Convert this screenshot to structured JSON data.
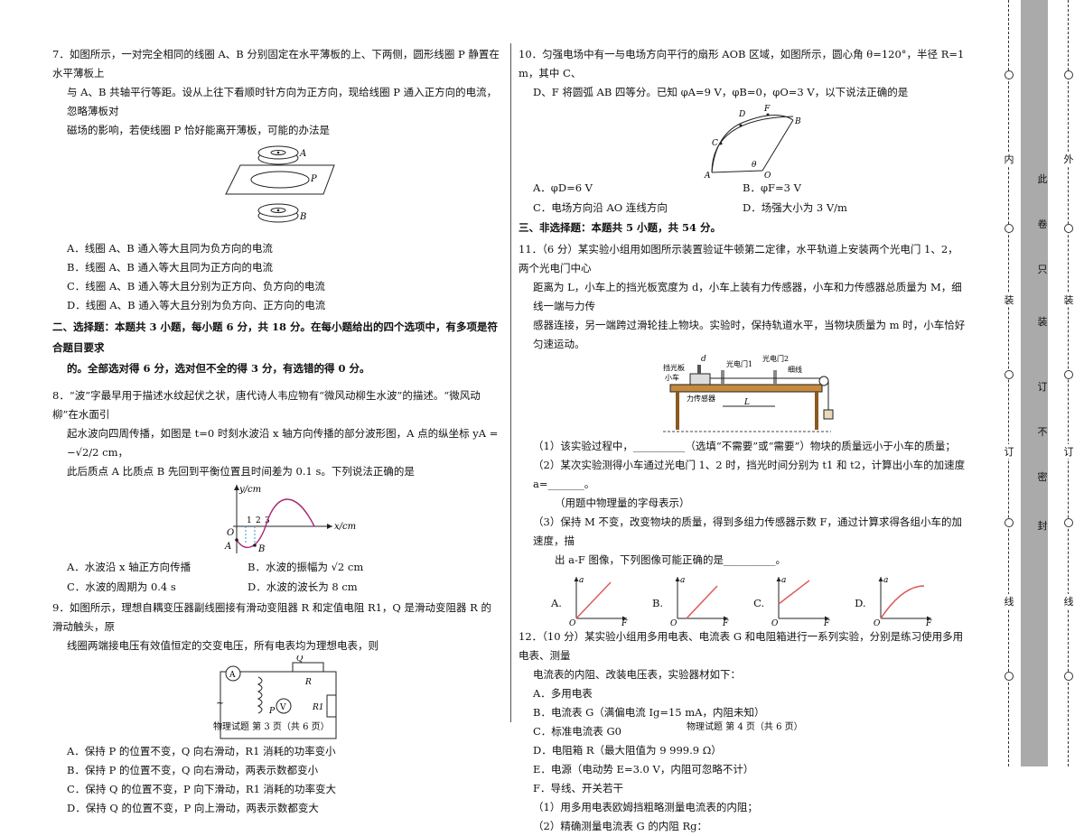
{
  "left": {
    "q7": {
      "line1": "7．如图所示，一对完全相同的线圈 A、B 分别固定在水平薄板的上、下两侧，圆形线圈 P 静置在水平薄板上",
      "line2": "与 A、B 共轴平行等距。设从上往下看顺时针方向为正方向，现给线圈 P 通入正方向的电流，忽略薄板对",
      "line3": "磁场的影响，若使线圈 P 恰好能离开薄板，可能的办法是",
      "fig_labels": [
        "A",
        "P",
        "B"
      ],
      "options": [
        "A．线圈 A、B 通入等大且同为负方向的电流",
        "B．线圈 A、B 通入等大且同为正方向的电流",
        "C．线圈 A、B 通入等大且分别为正方向、负方向的电流",
        "D．线圈 A、B 通入等大且分别为负方向、正方向的电流"
      ]
    },
    "sec2": {
      "line1": "二、选择题：本题共 3 小题，每小题 6 分，共 18 分。在每小题给出的四个选项中，有多项是符合题目要求",
      "line2": "的。全部选对得 6 分，选对但不全的得 3 分，有选错的得 0 分。"
    },
    "q8": {
      "line1": "8．“波”字最早用于描述水纹起伏之状，唐代诗人韦应物有“微风动柳生水波”的描述。“微风动柳”在水面引",
      "line2": "起水波向四周传播，如图是 t=0 时刻水波沿 x 轴方向传播的部分波形图，A 点的纵坐标 yA = −√2/2 cm，",
      "line3": "此后质点 A 比质点 B 先回到平衡位置且时间差为 0.1 s。下列说法正确的是",
      "fig_labels": [
        "y/cm",
        "x/cm",
        "O",
        "A",
        "B",
        "1",
        "2",
        "3"
      ],
      "opt_a": "A．水波沿 x 轴正方向传播",
      "opt_b": "B．水波的振幅为 √2 cm",
      "opt_c": "C．水波的周期为 0.4 s",
      "opt_d": "D．水波的波长为 8 cm"
    },
    "q9": {
      "line1": "9．如图所示，理想自耦变压器副线圈接有滑动变阻器 R 和定值电阻 R1，Q 是滑动变阻器 R 的滑动触头，原",
      "line2": "线圈两端接电压有效值恒定的交变电压，所有电表均为理想电表，则",
      "fig_labels": [
        "A",
        "V",
        "Q",
        "R",
        "P",
        "R1",
        "~"
      ],
      "options": [
        "A．保持 P 的位置不变，Q 向右滑动，R1 消耗的功率变小",
        "B．保持 P 的位置不变，Q 向右滑动，两表示数都变小",
        "C．保持 Q 的位置不变，P 向下滑动，R1 消耗的功率变大",
        "D．保持 Q 的位置不变，P 向上滑动，两表示数都变大"
      ]
    },
    "footer": "物理试题 第 3 页（共 6 页）"
  },
  "right": {
    "q10": {
      "line1": "10．匀强电场中有一与电场方向平行的扇形 AOB 区域，如图所示，圆心角 θ=120°，半径 R=1 m，其中 C、",
      "line2": "D、F 将圆弧 AB 四等分。已知 φA=9 V，φB=0，φO=3 V，以下说法正确的是",
      "fig_labels": [
        "D",
        "F",
        "B",
        "C",
        "θ",
        "A",
        "O"
      ],
      "opt_a": "A．φD=6 V",
      "opt_b": "B．φF=3 V",
      "opt_c": "C．电场方向沿 AO 连线方向",
      "opt_d": "D．场强大小为 3 V/m"
    },
    "sec3": "三、非选择题：本题共 5 小题，共 54 分。",
    "q11": {
      "line1": "11．（6 分）某实验小组用如图所示装置验证牛顿第二定律，水平轨道上安装两个光电门 1、2，两个光电门中心",
      "line2": "距离为 L，小车上的挡光板宽度为 d，小车上装有力传感器，小车和力传感器总质量为 M，细线一端与力传",
      "line3": "感器连接，另一端跨过滑轮挂上物块。实验时，保持轨道水平，当物块质量为 m 时，小车恰好匀速运动。",
      "fig_labels": [
        "d",
        "挡光板",
        "小车",
        "光电门1",
        "光电门2",
        "细线",
        "力传感器",
        "L"
      ],
      "sub1": "（1）该实验过程中，__________（选填“不需要”或“需要”）物块的质量远小于小车的质量；",
      "sub2a": "（2）某次实验测得小车通过光电门 1、2 时，挡光时间分别为 t1 和 t2，计算出小车的加速度 a=_______。",
      "sub2b": "（用题中物理量的字母表示）",
      "sub3a": "（3）保持 M 不变，改变物块的质量，得到多组力传感器示数 F，通过计算求得各组小车的加速度，描",
      "sub3b": "出 a-F 图像，下列图像可能正确的是__________。",
      "graphs": [
        {
          "label": "A.",
          "a": "a",
          "F": "F",
          "O": "O"
        },
        {
          "label": "B.",
          "a": "a",
          "F": "F",
          "O": "O"
        },
        {
          "label": "C.",
          "a": "a",
          "F": "F",
          "O": "O"
        },
        {
          "label": "D.",
          "a": "a",
          "F": "F",
          "O": "O"
        }
      ]
    },
    "q12": {
      "line1": "12．（10 分）某实验小组用多用电表、电流表 G 和电阻箱进行一系列实验，分别是练习使用多用电表、测量",
      "line2": "电流表的内阻、改装电压表，实验器材如下：",
      "items": [
        "A．多用电表",
        "B．电流表 G（满偏电流 Ig=15 mA，内阻未知）",
        "C．标准电流表 G0",
        "D．电阻箱 R（最大阻值为 9 999.9 Ω）",
        "E．电源（电动势 E=3.0 V，内阻可忽略不计）",
        "F．导线、开关若干"
      ],
      "sub1": "（1）用多用电表欧姆挡粗略测量电流表的内阻；",
      "sub2": "（2）精确测量电流表 G 的内阻 Rg："
    },
    "footer": "物理试题 第 4 页（共 6 页）"
  },
  "binding": {
    "inner": [
      "内",
      "装",
      "订",
      "线"
    ],
    "warning": [
      "此",
      "卷",
      "只",
      "装",
      "订",
      "不",
      "密",
      "封"
    ],
    "outer": [
      "外",
      "装",
      "订",
      "线"
    ]
  }
}
